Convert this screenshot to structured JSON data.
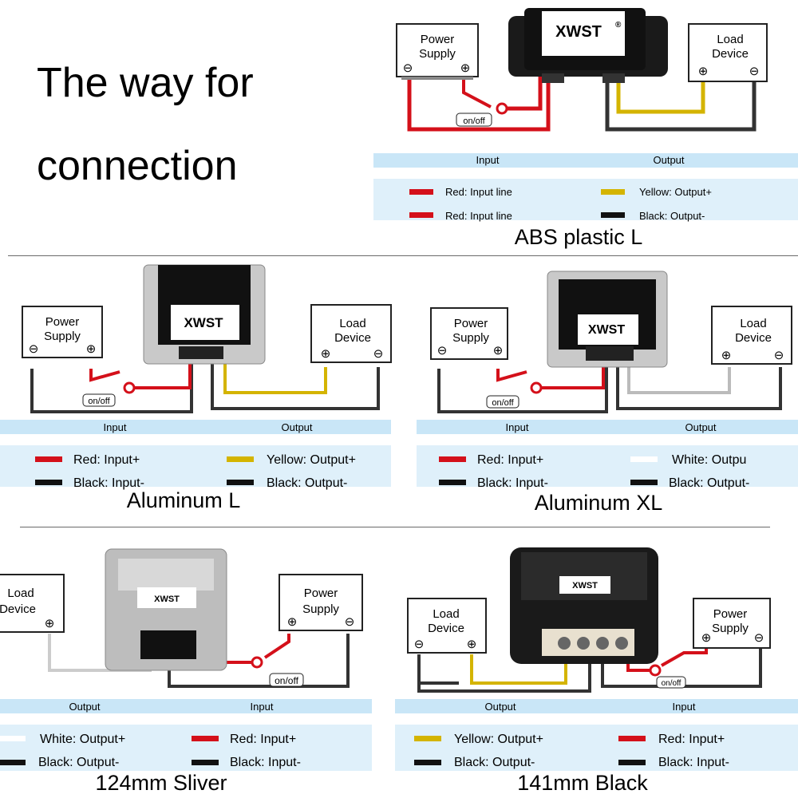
{
  "title": {
    "line1": "The way for",
    "line2": "connection"
  },
  "common": {
    "power_supply_1": "Power",
    "power_supply_2": "Supply",
    "load_device_1": "Load",
    "load_device_2": "Device",
    "on_off": "on/off",
    "input": "Input",
    "output": "Output",
    "brand": "XWST"
  },
  "panels": {
    "abs": {
      "caption": "ABS plastic L",
      "legend": [
        "Red: Input line",
        "Yellow: Output+",
        "Red: Input line",
        "Black: Output-"
      ]
    },
    "alu_l": {
      "caption": "Aluminum L",
      "legend": [
        "Red: Input+",
        "Yellow: Output+",
        "Black: Input-",
        "Black: Output-"
      ]
    },
    "alu_xl": {
      "caption": "Aluminum XL",
      "legend": [
        "Red: Input+",
        "White: Outpu",
        "Black: Input-",
        "Black: Output-"
      ]
    },
    "silver": {
      "caption": "124mm Sliver",
      "legend": [
        "White: Output+",
        "Red: Input+",
        "Black: Output-",
        "Black: Input-"
      ]
    },
    "black": {
      "caption": "141mm Black",
      "legend": [
        "Yellow: Output+",
        "Red: Input+",
        "Black: Output-",
        "Black: Input-"
      ]
    }
  },
  "colors": {
    "red": "#d4101a",
    "yellow": "#d4b400",
    "black": "#111111",
    "white": "#ffffff",
    "gray": "#555555",
    "header_blue": "#c9e6f7",
    "legend_blue": "#dff0fa"
  }
}
